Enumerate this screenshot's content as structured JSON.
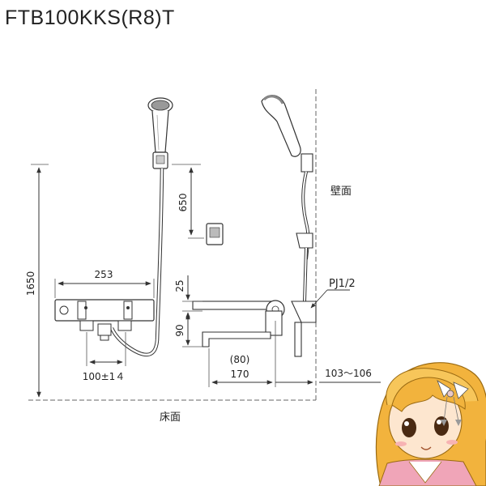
{
  "title": "FTB100KKS(R8)T",
  "dimensions": {
    "total_height": "1650",
    "hook_height": "650",
    "body_width": "253",
    "pitch": "100±1４",
    "top_offset": "25",
    "spout_drop": "90",
    "spout_ref": "(80)",
    "spout_length": "170",
    "wall_range": "103〜106"
  },
  "labels": {
    "wall": "壁面",
    "floor": "床面",
    "pipe": "PJ1/2"
  },
  "colors": {
    "line": "#333333",
    "dim_line": "#555555",
    "guide": "#888888"
  }
}
